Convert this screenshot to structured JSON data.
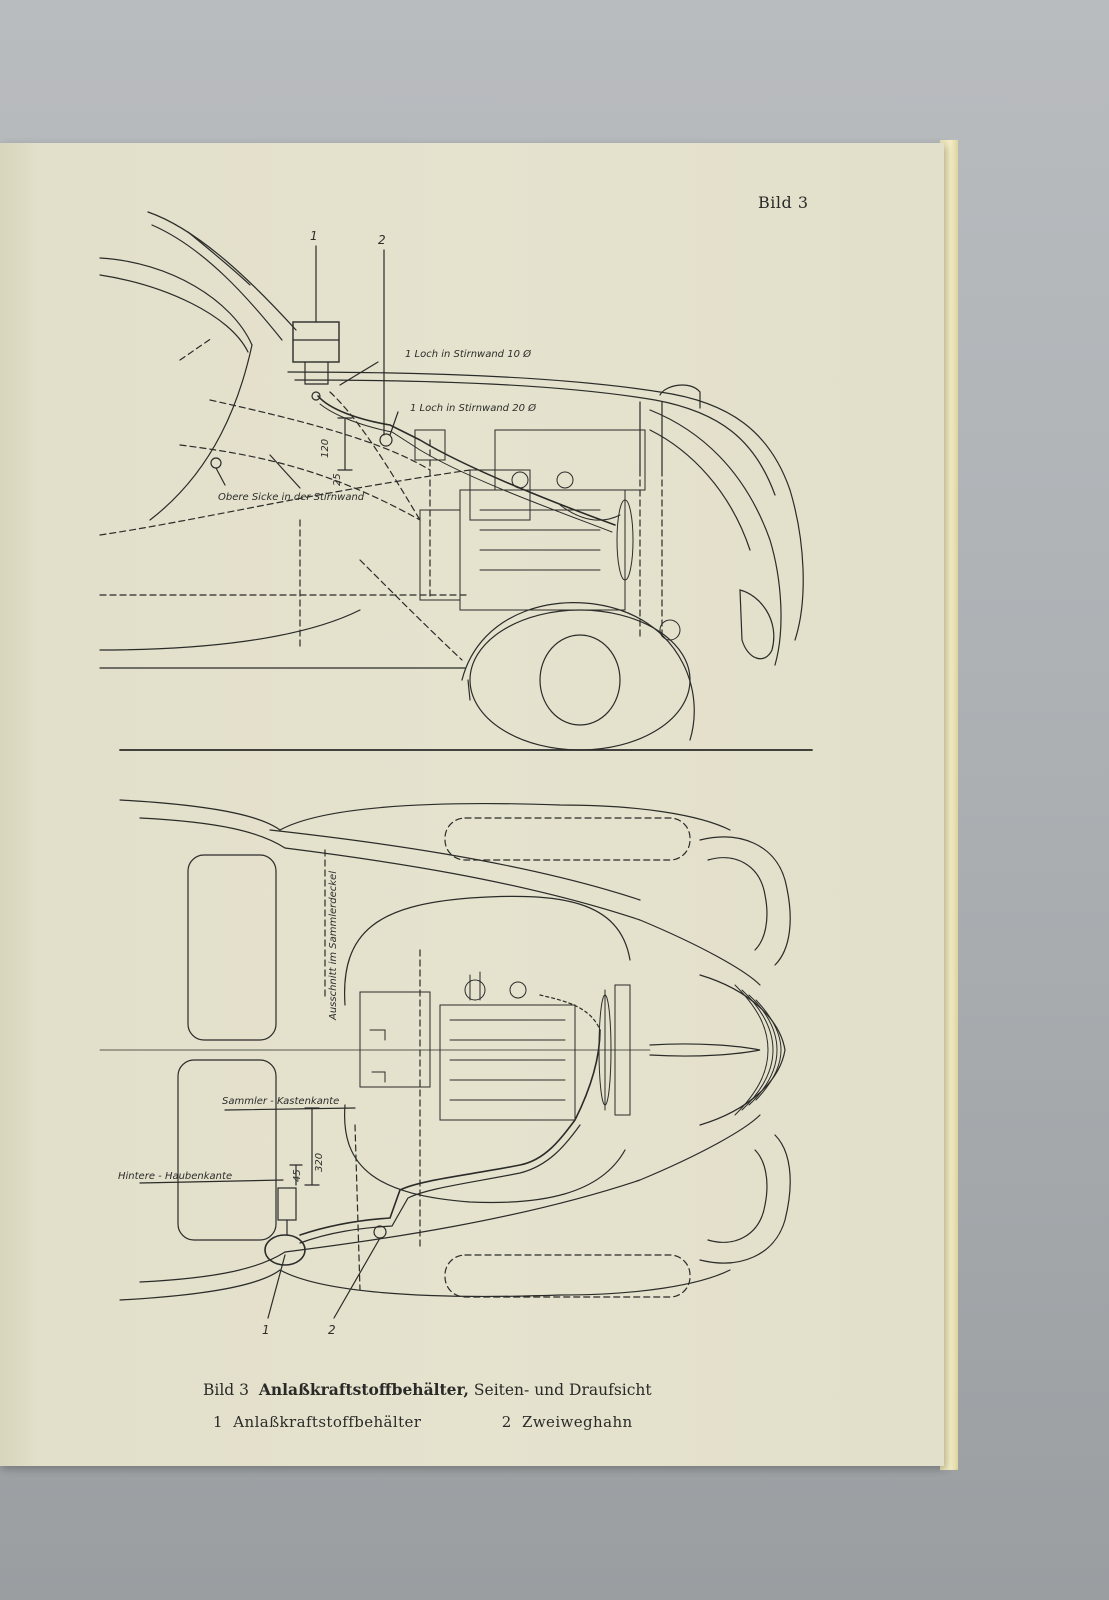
{
  "plate_label": "Bild 3",
  "diagram": {
    "side_view": {
      "callouts": [
        "1",
        "2"
      ],
      "labels": {
        "hole_10": "1 Loch in Stirnwand 10 Ø",
        "hole_20": "1 Loch in Stirnwand 20 Ø",
        "bead": "Obere Sicke in der Stirnwand",
        "dim_a": "25",
        "dim_b": "120"
      }
    },
    "top_view": {
      "callouts": [
        "1",
        "2"
      ],
      "labels": {
        "cutout": "Ausschnitt im Sammlerdeckel",
        "collector_edge": "Sammler - Kastenkante",
        "hood_edge": "Hintere - Haubenkante",
        "dim_a": "45",
        "dim_b": "320"
      }
    }
  },
  "caption": {
    "prefix": "Bild 3",
    "title": "Anlaßkraftstoffbehälter,",
    "rest": "Seiten- und Draufsicht"
  },
  "legend": [
    {
      "num": "1",
      "text": "Anlaßkraftstoffbehälter"
    },
    {
      "num": "2",
      "text": "Zweiweghahn"
    }
  ]
}
